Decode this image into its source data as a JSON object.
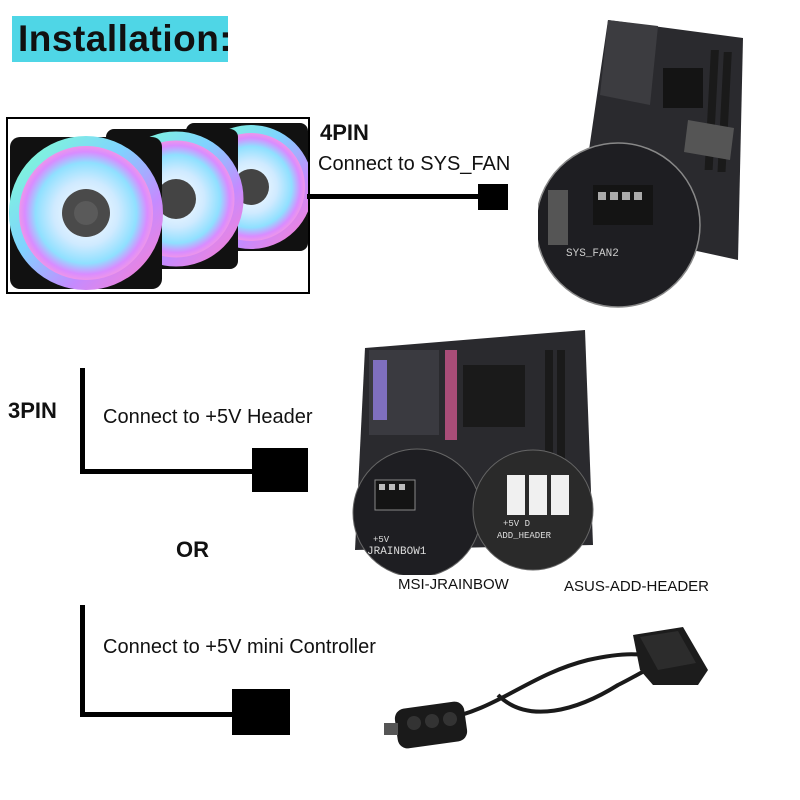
{
  "title": "Installation:",
  "four_pin": {
    "label": "4PIN",
    "desc": "Connect to SYS_FAN",
    "board_label": "SYS_FAN2"
  },
  "three_pin": {
    "label": "3PIN",
    "desc": "Connect to +5V Header"
  },
  "or_label": "OR",
  "mini_controller": {
    "desc": "Connect to +5V mini Controller"
  },
  "headers": {
    "msi_caption": "MSI-JRAINBOW",
    "asus_caption": "ASUS-ADD-HEADER",
    "msi_zoom_text": "JRAINBOW1",
    "msi_pin_text": "+5V",
    "asus_zoom_line1": "+5V  D",
    "asus_zoom_line2": "ADD_HEADER"
  },
  "colors": {
    "title_banner": "#4fd6e6",
    "wire": "#000000",
    "board": "#2a2a2e"
  }
}
